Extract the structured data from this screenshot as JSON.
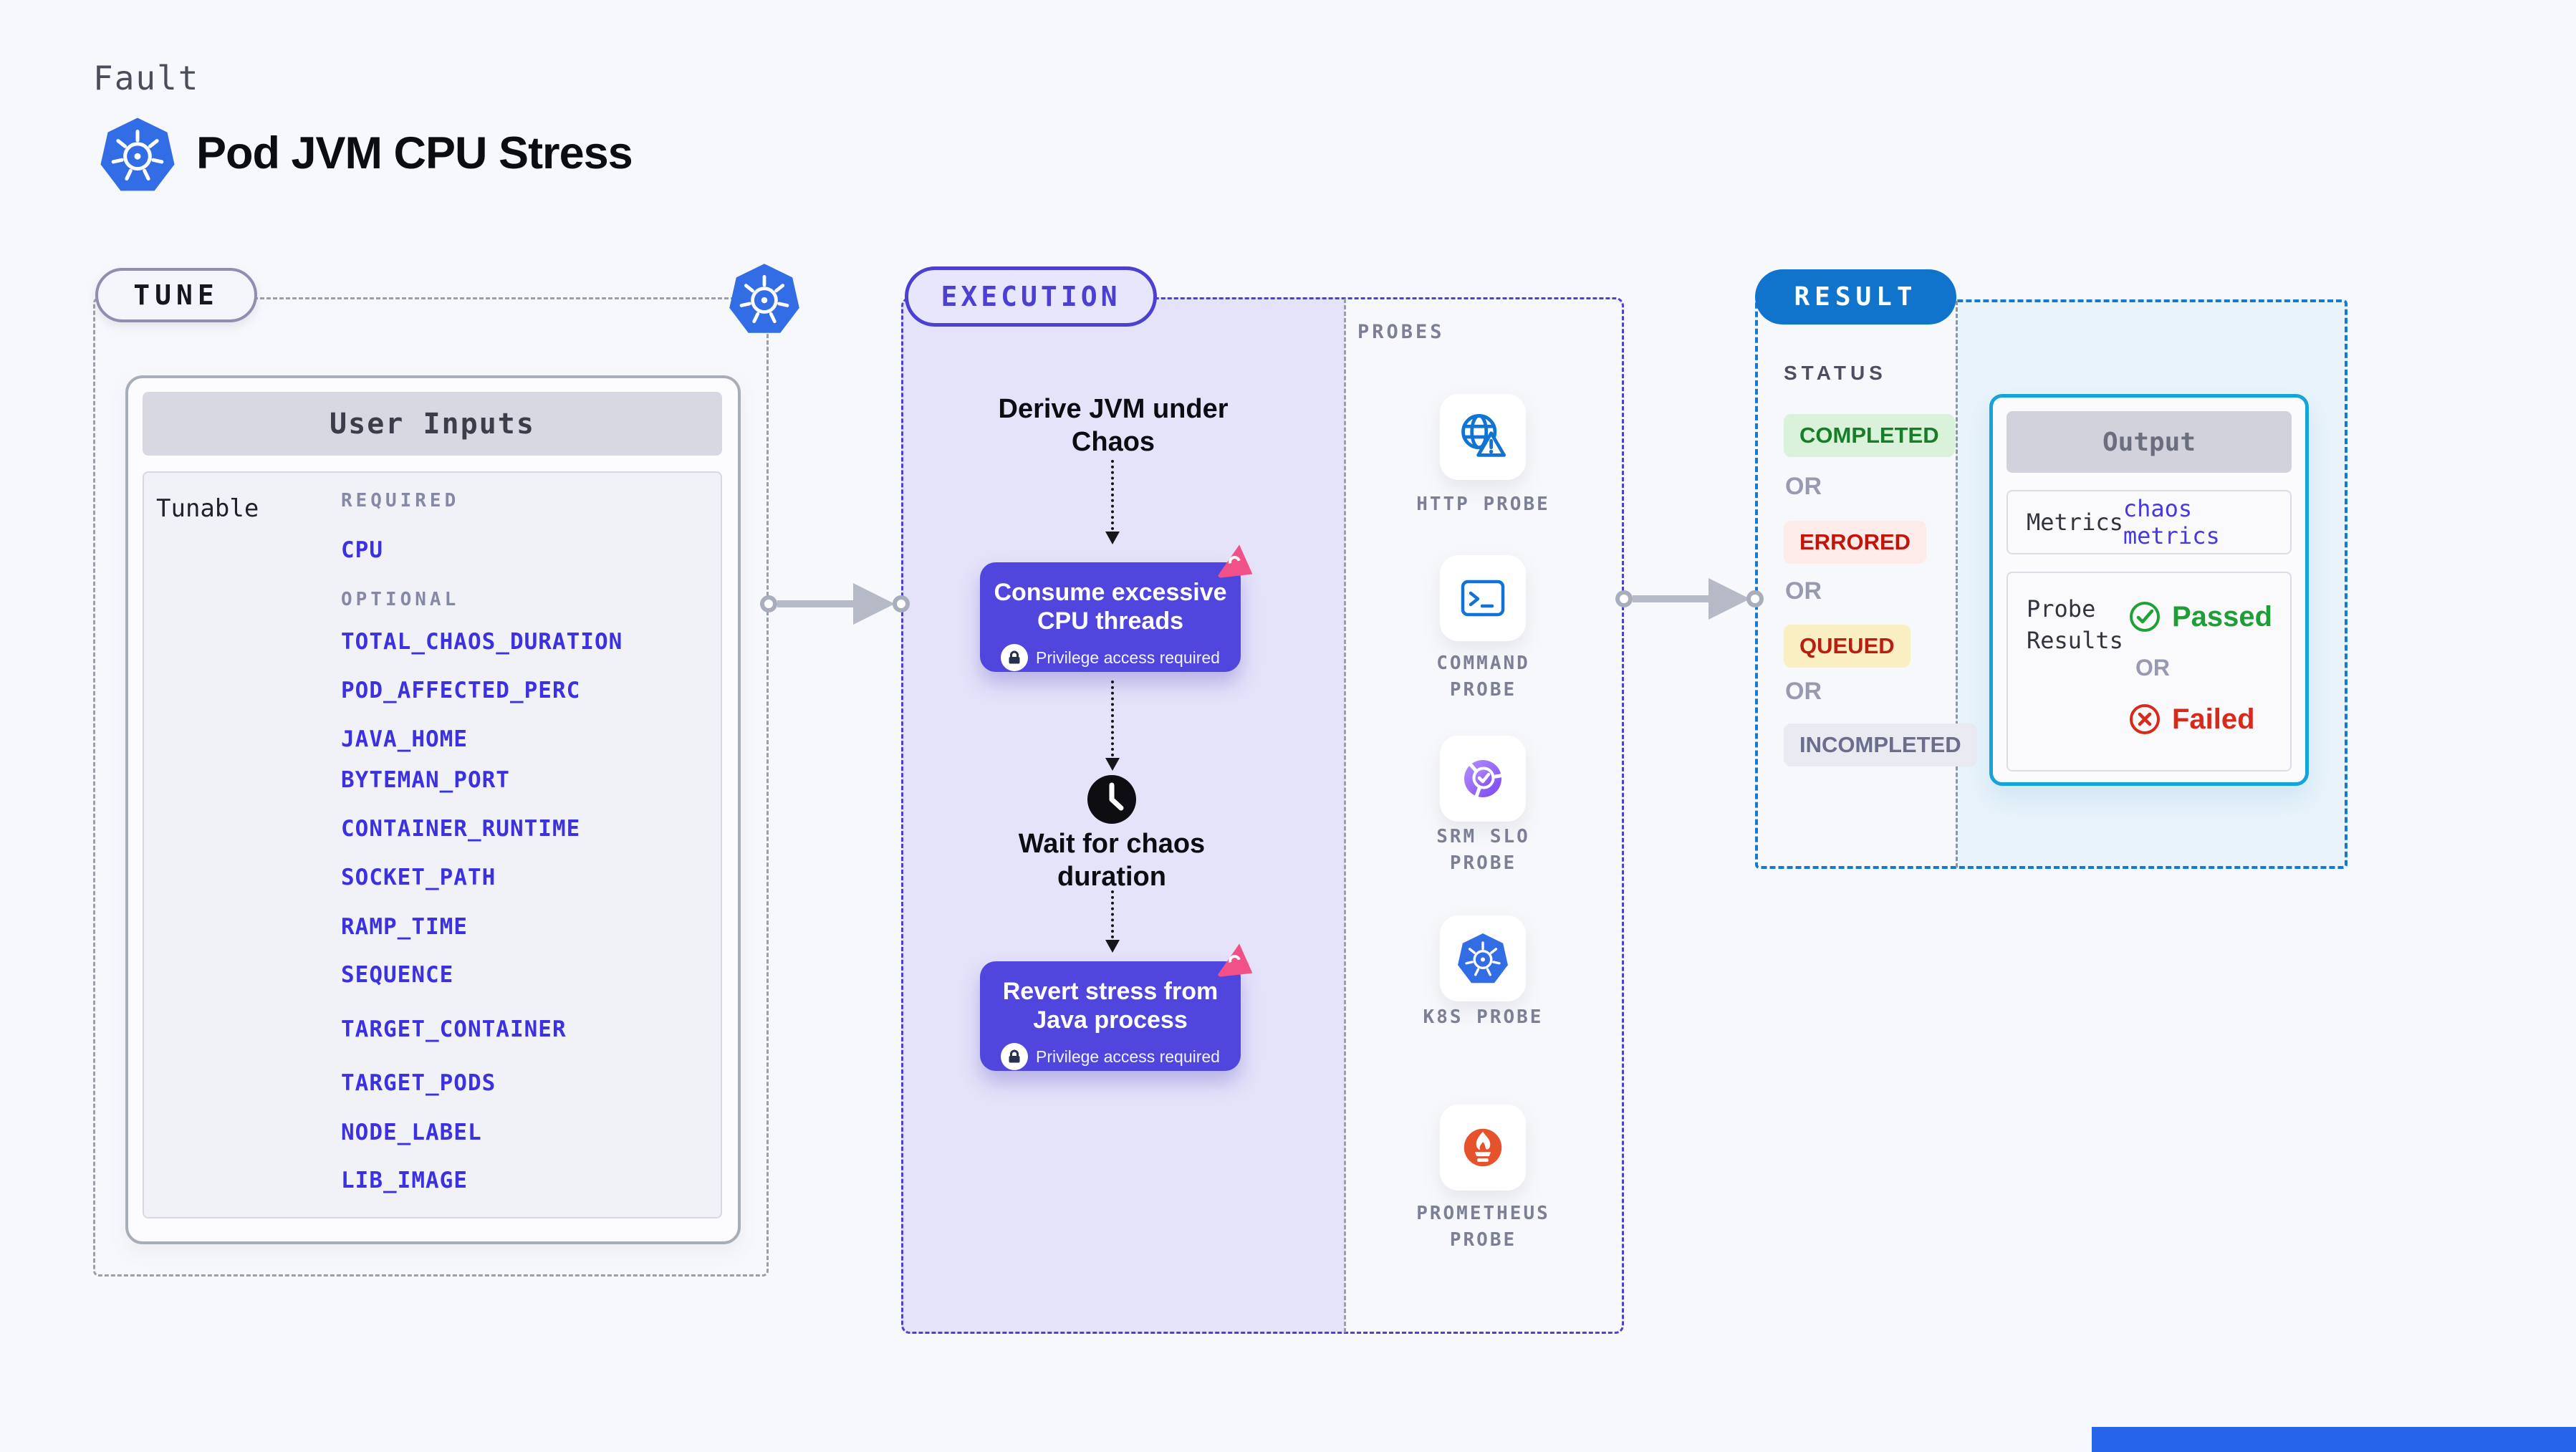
{
  "header": {
    "kicker": "Fault",
    "title": "Pod JVM CPU Stress"
  },
  "tune": {
    "badge": "TUNE",
    "panel_title": "User Inputs",
    "row_label": "Tunable",
    "required_label": "REQUIRED",
    "required_items": [
      "CPU"
    ],
    "optional_label": "OPTIONAL",
    "optional_items": [
      "TOTAL_CHAOS_DURATION",
      "POD_AFFECTED_PERC",
      "JAVA_HOME",
      "BYTEMAN_PORT",
      "CONTAINER_RUNTIME",
      "SOCKET_PATH",
      "RAMP_TIME",
      "SEQUENCE",
      "TARGET_CONTAINER",
      "TARGET_PODS",
      "NODE_LABEL",
      "LIB_IMAGE"
    ]
  },
  "execution": {
    "badge": "EXECUTION",
    "derive_label": "Derive JVM under Chaos",
    "consume_card": {
      "title": "Consume excessive CPU threads",
      "note": "Privilege access required"
    },
    "wait_label": "Wait for chaos duration",
    "revert_card": {
      "title": "Revert stress from Java process",
      "note": "Privilege access required"
    }
  },
  "probes": {
    "label": "PROBES",
    "items": [
      {
        "label": "HTTP PROBE"
      },
      {
        "label": "COMMAND PROBE"
      },
      {
        "label": "SRM SLO PROBE"
      },
      {
        "label": "K8S PROBE"
      },
      {
        "label": "PROMETHEUS PROBE"
      }
    ]
  },
  "result": {
    "badge": "RESULT",
    "status_label": "STATUS",
    "or_label": "OR",
    "statuses": [
      "COMPLETED",
      "ERRORED",
      "QUEUED",
      "INCOMPLETED"
    ],
    "output": {
      "title": "Output",
      "metrics_label": "Metrics",
      "metrics_value": "chaos metrics",
      "probe_results_label": "Probe Results",
      "passed_label": "Passed",
      "or_label": "OR",
      "failed_label": "Failed"
    }
  },
  "colors": {
    "page_bg": "#f7f8fb",
    "accent_indigo": "#4b40d1",
    "card_indigo": "#5046dd",
    "execution_fill": "#e5e3fa",
    "input_link_blue": "#3b31e0",
    "result_blue": "#1074cd",
    "result_fill": "#e8f3fb",
    "output_cyan": "#13a4da",
    "probe_icon_blue": "#1173d4",
    "prometheus_orange": "#e6522c",
    "chaos_pink": "#f25089",
    "completed_green": "#187d2a",
    "errored_red": "#c31409",
    "queued_amber_bg": "#f9efc3",
    "passed_green": "#1f9e38",
    "failed_red": "#d9291a",
    "kubernetes_blue": "#326de6"
  }
}
